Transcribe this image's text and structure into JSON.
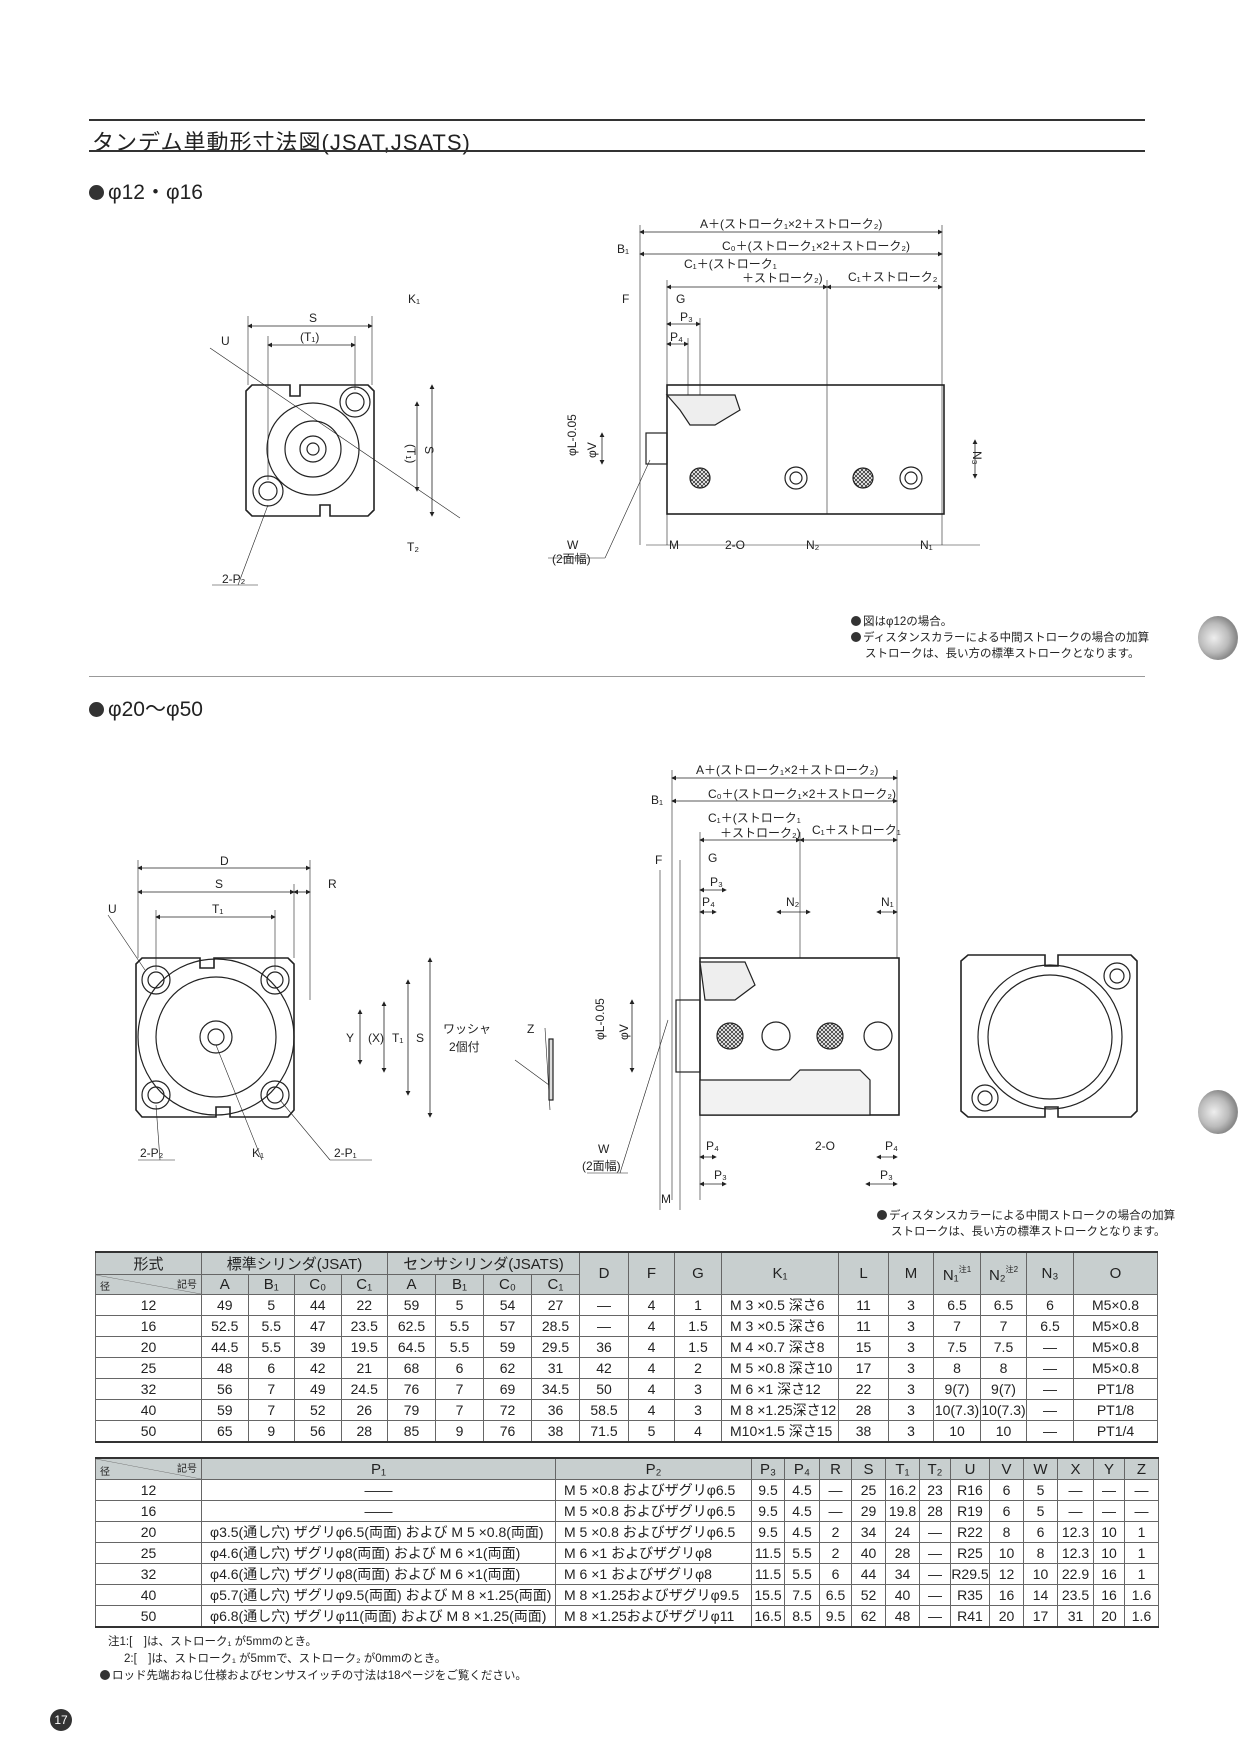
{
  "title": "タンデム単動形寸法図(JSAT,JSATS)",
  "section1": "φ12・φ16",
  "section2": "φ20〜φ50",
  "notes1": [
    "図はφ12の場合。",
    "ディスタンスカラーによる中間ストロークの場合の加算",
    "ストロークは、長い方の標準ストロークとなります。"
  ],
  "notes2": [
    "ディスタンスカラーによる中間ストロークの場合の加算",
    "ストロークは、長い方の標準ストロークとなります。"
  ],
  "d1": {
    "S": "S",
    "T1p": "(T₁)",
    "K1": "K₁",
    "U": "U",
    "T1v": "(T₁)",
    "Sv": "S",
    "T2": "T₂",
    "P2": "2-P₂",
    "A": "A＋(ストローク₁×2＋ストローク₂)",
    "B1": "B₁",
    "C0": "C₀＋(ストローク₁×2＋ストローク₂)",
    "C1a": "C₁＋(ストローク₁",
    "C1b": "＋ストローク₂)",
    "C1c": "C₁＋ストローク₂",
    "F": "F",
    "G": "G",
    "P3": "P₃",
    "P4": "P₄",
    "L": "φL-0.05",
    "V": "φV",
    "N3": "N₃",
    "W": "W",
    "Wsub": "(2面幅)",
    "M": "M",
    "O": "2-O",
    "N2": "N₂",
    "N1": "N₁"
  },
  "d2": {
    "D": "D",
    "S": "S",
    "R": "R",
    "T1": "T₁",
    "U": "U",
    "Y": "Y",
    "X": "(X)",
    "T1v": "T₁",
    "Sv": "S",
    "P2": "2-P₂",
    "K1": "K₁",
    "P1": "2-P₁",
    "washer": "ワッシャ",
    "washer2": "2個付",
    "Z": "Z",
    "A": "A＋(ストローク₁×2＋ストローク₂)",
    "B1": "B₁",
    "C0": "C₀＋(ストローク₁×2＋ストローク₂)",
    "C1a": "C₁＋(ストローク₁",
    "C1b": "＋ストローク₂)",
    "C1c": "C₁＋ストローク₁",
    "F": "F",
    "G": "G",
    "P3": "P₃",
    "P4": "P₄",
    "N2": "N₂",
    "N1": "N₁",
    "L": "φL-0.05",
    "V": "φV",
    "P4b": "P₄",
    "O": "2-O",
    "P4c": "P₄",
    "P3b": "P₃",
    "P3c": "P₃",
    "W": "W",
    "Wsub": "(2面幅)",
    "M": "M"
  },
  "table1": {
    "corner_top": "形式",
    "corner_kigo": "記号",
    "corner_kei": "径",
    "group_std": "標準シリンダ(JSAT)",
    "group_sensor": "センサシリンダ(JSATS)",
    "columns": [
      "A",
      "B₁",
      "C₀",
      "C₁",
      "A",
      "B₁",
      "C₀",
      "C₁",
      "D",
      "F",
      "G",
      "K₁",
      "L",
      "M",
      "N₁",
      "N₂",
      "N₃",
      "O"
    ],
    "note_marks": {
      "N₁": "注1",
      "N₂": "注2"
    },
    "rows": [
      [
        "12",
        "49",
        "5",
        "44",
        "22",
        "59",
        "5",
        "54",
        "27",
        "—",
        "4",
        "1",
        "M 3 ×0.5  深さ6",
        "11",
        "3",
        "6.5",
        "6.5",
        "6",
        "M5×0.8"
      ],
      [
        "16",
        "52.5",
        "5.5",
        "47",
        "23.5",
        "62.5",
        "5.5",
        "57",
        "28.5",
        "—",
        "4",
        "1.5",
        "M 3 ×0.5  深さ6",
        "11",
        "3",
        "7",
        "7",
        "6.5",
        "M5×0.8"
      ],
      [
        "20",
        "44.5",
        "5.5",
        "39",
        "19.5",
        "64.5",
        "5.5",
        "59",
        "29.5",
        "36",
        "4",
        "1.5",
        "M 4 ×0.7  深さ8",
        "15",
        "3",
        "7.5",
        "7.5",
        "—",
        "M5×0.8"
      ],
      [
        "25",
        "48",
        "6",
        "42",
        "21",
        "68",
        "6",
        "62",
        "31",
        "42",
        "4",
        "2",
        "M 5 ×0.8  深さ10",
        "17",
        "3",
        "8",
        "8",
        "—",
        "M5×0.8"
      ],
      [
        "32",
        "56",
        "7",
        "49",
        "24.5",
        "76",
        "7",
        "69",
        "34.5",
        "50",
        "4",
        "3",
        "M 6 ×1     深さ12",
        "22",
        "3",
        "9(7)",
        "9(7)",
        "—",
        "PT1/8"
      ],
      [
        "40",
        "59",
        "7",
        "52",
        "26",
        "79",
        "7",
        "72",
        "36",
        "58.5",
        "4",
        "3",
        "M 8 ×1.25深さ12",
        "28",
        "3",
        "10(7.3)",
        "10(7.3)",
        "—",
        "PT1/8"
      ],
      [
        "50",
        "65",
        "9",
        "56",
        "28",
        "85",
        "9",
        "76",
        "38",
        "71.5",
        "5",
        "4",
        "M10×1.5  深さ15",
        "38",
        "3",
        "10",
        "10",
        "—",
        "PT1/4"
      ]
    ]
  },
  "table2": {
    "corner_kigo": "記号",
    "corner_kei": "径",
    "columns": [
      "P₁",
      "P₂",
      "P₃",
      "P₄",
      "R",
      "S",
      "T₁",
      "T₂",
      "U",
      "V",
      "W",
      "X",
      "Y",
      "Z"
    ],
    "rows": [
      [
        "12",
        "——",
        "M 5 ×0.8 およびザグリφ6.5",
        "9.5",
        "4.5",
        "—",
        "25",
        "16.2",
        "23",
        "R16",
        "6",
        "5",
        "—",
        "—",
        "—"
      ],
      [
        "16",
        "——",
        "M 5 ×0.8 およびザグリφ6.5",
        "9.5",
        "4.5",
        "—",
        "29",
        "19.8",
        "28",
        "R19",
        "6",
        "5",
        "—",
        "—",
        "—"
      ],
      [
        "20",
        "φ3.5(通し穴) ザグリφ6.5(両面)  および  M 5 ×0.8(両面)",
        "M 5 ×0.8 およびザグリφ6.5",
        "9.5",
        "4.5",
        "2",
        "34",
        "24",
        "—",
        "R22",
        "8",
        "6",
        "12.3",
        "10",
        "1"
      ],
      [
        "25",
        "φ4.6(通し穴) ザグリφ8(両面)  および  M 6 ×1(両面)",
        "M 6 ×1   およびザグリφ8",
        "11.5",
        "5.5",
        "2",
        "40",
        "28",
        "—",
        "R25",
        "10",
        "8",
        "12.3",
        "10",
        "1"
      ],
      [
        "32",
        "φ4.6(通し穴) ザグリφ8(両面)  および  M 6 ×1(両面)",
        "M 6 ×1   およびザグリφ8",
        "11.5",
        "5.5",
        "6",
        "44",
        "34",
        "—",
        "R29.5",
        "12",
        "10",
        "22.9",
        "16",
        "1"
      ],
      [
        "40",
        "φ5.7(通し穴) ザグリφ9.5(両面)  および  M 8 ×1.25(両面)",
        "M 8 ×1.25およびザグリφ9.5",
        "15.5",
        "7.5",
        "6.5",
        "52",
        "40",
        "—",
        "R35",
        "16",
        "14",
        "23.5",
        "16",
        "1.6"
      ],
      [
        "50",
        "φ6.8(通し穴) ザグリφ11(両面)  および  M 8 ×1.25(両面)",
        "M 8 ×1.25およびザグリφ11",
        "16.5",
        "8.5",
        "9.5",
        "62",
        "48",
        "—",
        "R41",
        "20",
        "17",
        "31",
        "20",
        "1.6"
      ]
    ]
  },
  "footnotes": [
    "注1:[　]は、ストローク₁ が5mmのとき。",
    "2:[　]は、ストローク₁ が5mmで、ストローク₂ が0mmのとき。",
    "ロッド先端おねじ仕様およびセンサスイッチの寸法は18ページをご覧ください。"
  ],
  "page_number": "17"
}
